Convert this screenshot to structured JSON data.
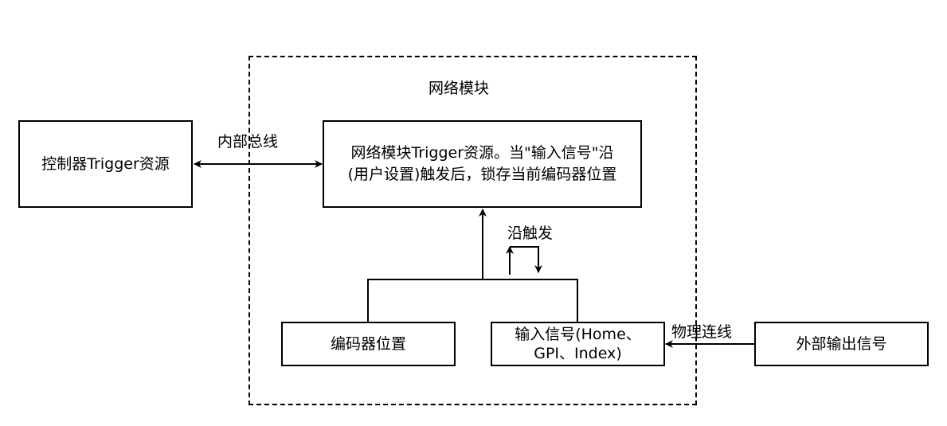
{
  "diagram": {
    "group": {
      "title": "网络模块"
    },
    "nodes": {
      "controller": {
        "text": "控制器Trigger资源"
      },
      "network_trigger": {
        "line1": "网络模块Trigger资源。当\"输入信号\"沿",
        "line2": "(用户设置)触发后，锁存当前编码器位置"
      },
      "encoder": {
        "text": "编码器位置"
      },
      "input_signal": {
        "line1": "输入信号(Home、",
        "line2": "GPI、Index)"
      },
      "external": {
        "text": "外部输出信号"
      }
    },
    "edges": {
      "internal_bus": {
        "label": "内部总线",
        "direction": "bidirectional"
      },
      "edge_trigger": {
        "label": "沿触发",
        "icon": "rising-falling-edge-icon"
      },
      "physical_wire": {
        "label": "物理连线",
        "direction": "external-to-input"
      }
    }
  }
}
